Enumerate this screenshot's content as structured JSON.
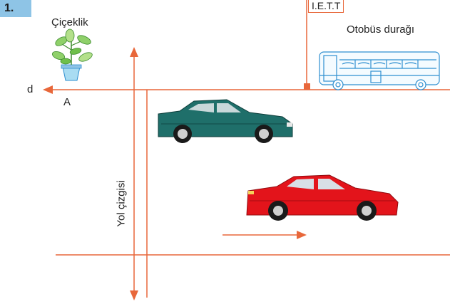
{
  "question_number": "1.",
  "labels": {
    "flower_bed": "Çiçeklik",
    "bus_stop": "Otobüs durağı",
    "iett_sign": "I.E.T.T",
    "line_d": "d",
    "point_a": "A",
    "road_line": "Yol çizgisi"
  },
  "colors": {
    "line": "#e8673a",
    "badge": "#8ec4e6",
    "green_car": "#1f6f6a",
    "red_car": "#e3141b",
    "bus": "#2f8fd0",
    "plant": "#6fbf4b"
  },
  "icons": [
    "plant-icon",
    "bus-icon",
    "green-car-icon",
    "red-car-icon"
  ]
}
